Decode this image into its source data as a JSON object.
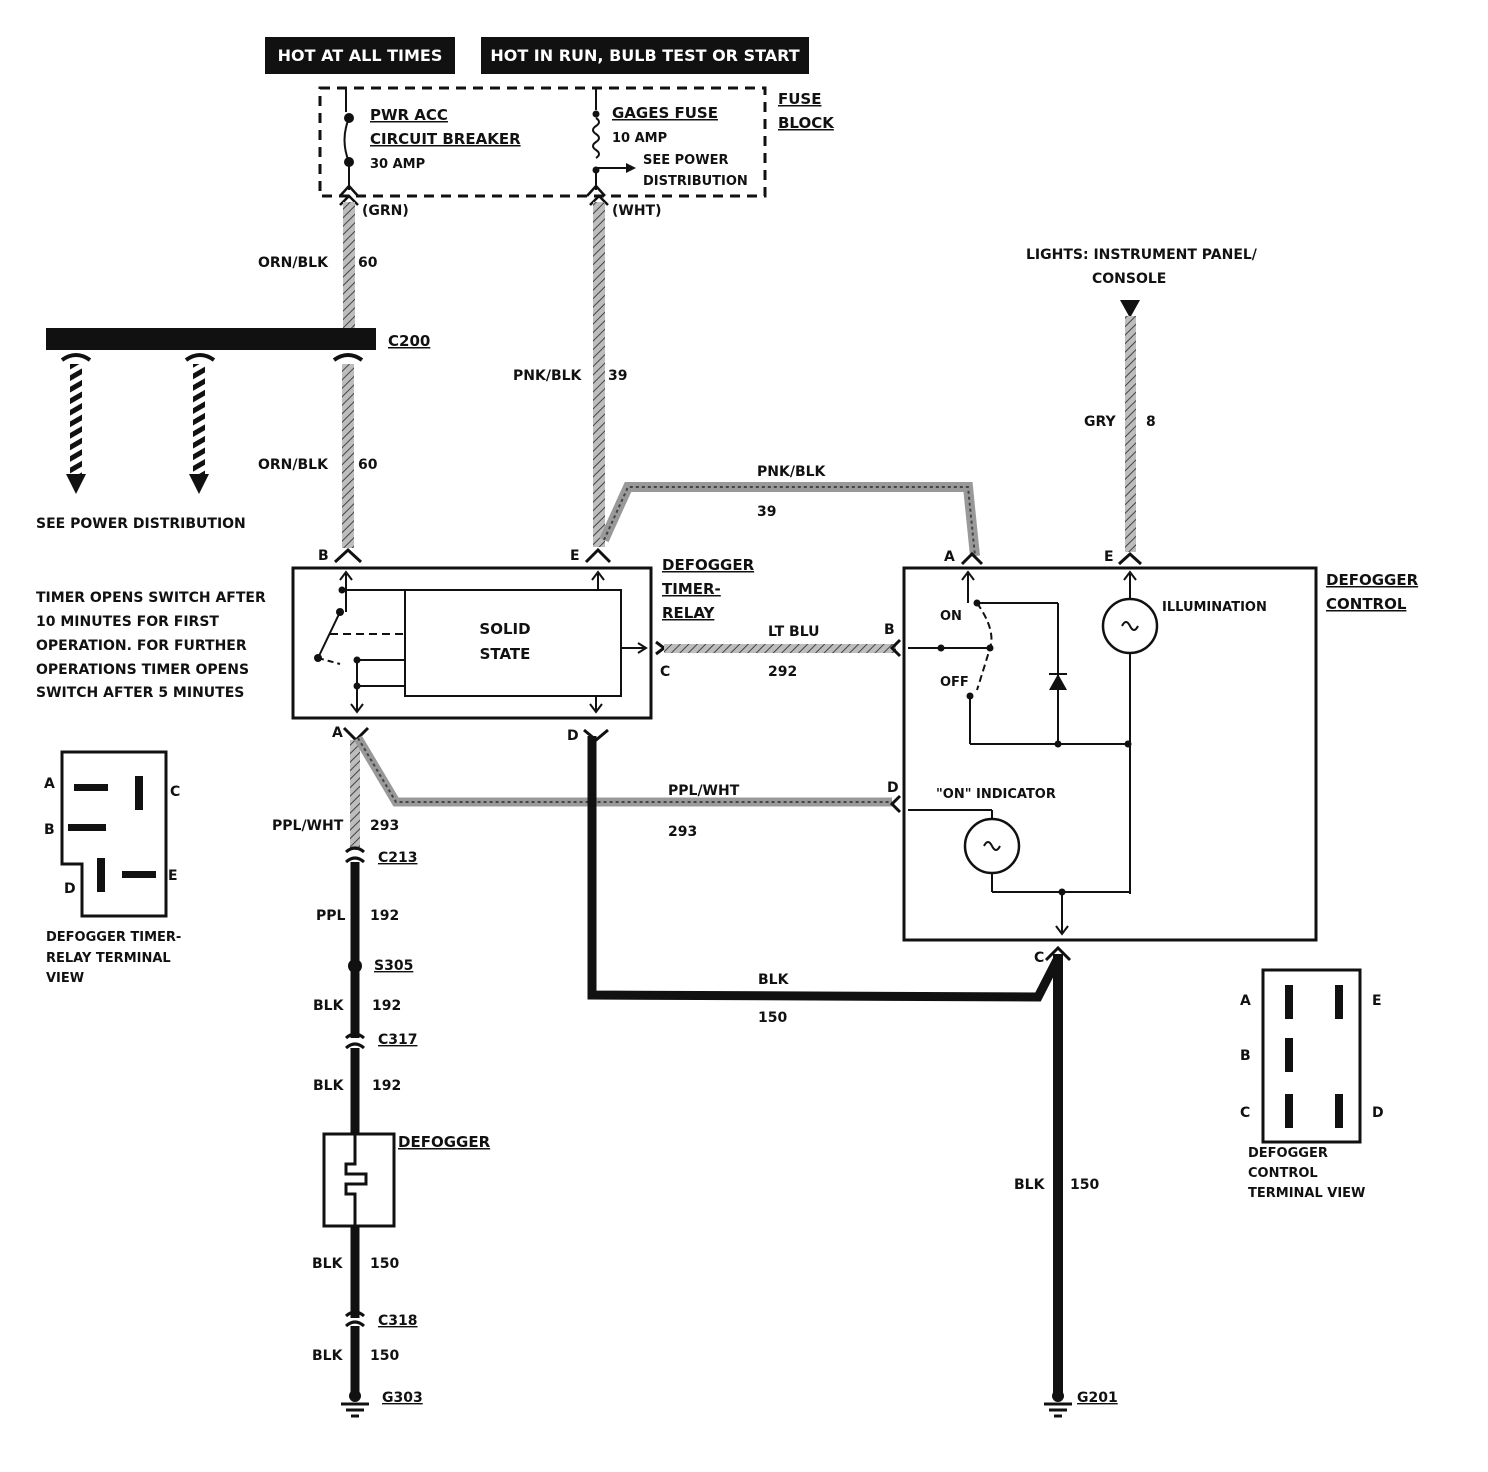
{
  "banners": {
    "hot_at_all_times": "HOT AT ALL TIMES",
    "hot_in_run": "HOT IN RUN,   BULB TEST OR START"
  },
  "fuse_block": {
    "label_line1": "FUSE",
    "label_line2": "BLOCK",
    "breaker_line1": "PWR ACC",
    "breaker_line2": "CIRCUIT BREAKER",
    "breaker_rating": "30 AMP",
    "gages_fuse": "GAGES FUSE",
    "gages_rating": "10 AMP",
    "see_power_line1": "SEE POWER",
    "see_power_line2": "DISTRIBUTION",
    "grn_term": "(GRN)",
    "wht_term": "(WHT)"
  },
  "wires": {
    "w60_top_color": "ORN/BLK",
    "w60_top_num": "60",
    "c200": "C200",
    "w60_bot_color": "ORN/BLK",
    "w60_bot_num": "60",
    "see_power_dist": "SEE POWER DISTRIBUTION",
    "w39_color": "PNK/BLK",
    "w39_num": "39",
    "w39b_color": "PNK/BLK",
    "w39b_num": "39",
    "lights_line1": "LIGHTS: INSTRUMENT PANEL/",
    "lights_line2": "CONSOLE",
    "w8_color": "GRY",
    "w8_num": "8",
    "w292_color": "LT BLU",
    "w292_num": "292",
    "w293_color": "PPL/WHT",
    "w293_num": "293",
    "w293b_color": "PPL/WHT",
    "w293b_num": "293",
    "c213": "C213",
    "w192a_color": "PPL",
    "w192a_num": "192",
    "s305": "S305",
    "w192b_color": "BLK",
    "w192b_num": "192",
    "c317": "C317",
    "w192c_color": "BLK",
    "w192c_num": "192",
    "defogger": "DEFOGGER",
    "w150a_color": "BLK",
    "w150a_num": "150",
    "c318": "C318",
    "w150b_color": "BLK",
    "w150b_num": "150",
    "g303": "G303",
    "w150c_color": "BLK",
    "w150c_num": "150",
    "w150d_color": "BLK",
    "w150d_num": "150",
    "g201": "G201"
  },
  "timer_relay": {
    "label_line1": "DEFOGGER",
    "label_line2": "TIMER-",
    "label_line3": "RELAY",
    "solid_state_line1": "SOLID",
    "solid_state_line2": "STATE",
    "pin_a": "A",
    "pin_b": "B",
    "pin_c": "C",
    "pin_d": "D",
    "pin_e": "E",
    "note_line1": "TIMER OPENS SWITCH AFTER",
    "note_line2": "10 MINUTES FOR FIRST",
    "note_line3": "OPERATION.  FOR FURTHER",
    "note_line4": "OPERATIONS  TIMER OPENS",
    "note_line5": "SWITCH AFTER 5 MINUTES"
  },
  "control": {
    "label_line1": "DEFOGGER",
    "label_line2": "CONTROL",
    "illumination": "ILLUMINATION",
    "on_label": "ON",
    "off_label": "OFF",
    "on_indicator": "\"ON\" INDICATOR",
    "pin_a": "A",
    "pin_b": "B",
    "pin_c": "C",
    "pin_d": "D",
    "pin_e": "E"
  },
  "relay_term_view": {
    "pin_a": "A",
    "pin_b": "B",
    "pin_c": "C",
    "pin_d": "D",
    "pin_e": "E",
    "caption_line1": "DEFOGGER TIMER-",
    "caption_line2": "RELAY TERMINAL",
    "caption_line3": "VIEW"
  },
  "control_term_view": {
    "pin_a": "A",
    "pin_b": "B",
    "pin_c": "C",
    "pin_d": "D",
    "pin_e": "E",
    "caption_line1": "DEFOGGER",
    "caption_line2": "CONTROL",
    "caption_line3": "TERMINAL VIEW"
  }
}
